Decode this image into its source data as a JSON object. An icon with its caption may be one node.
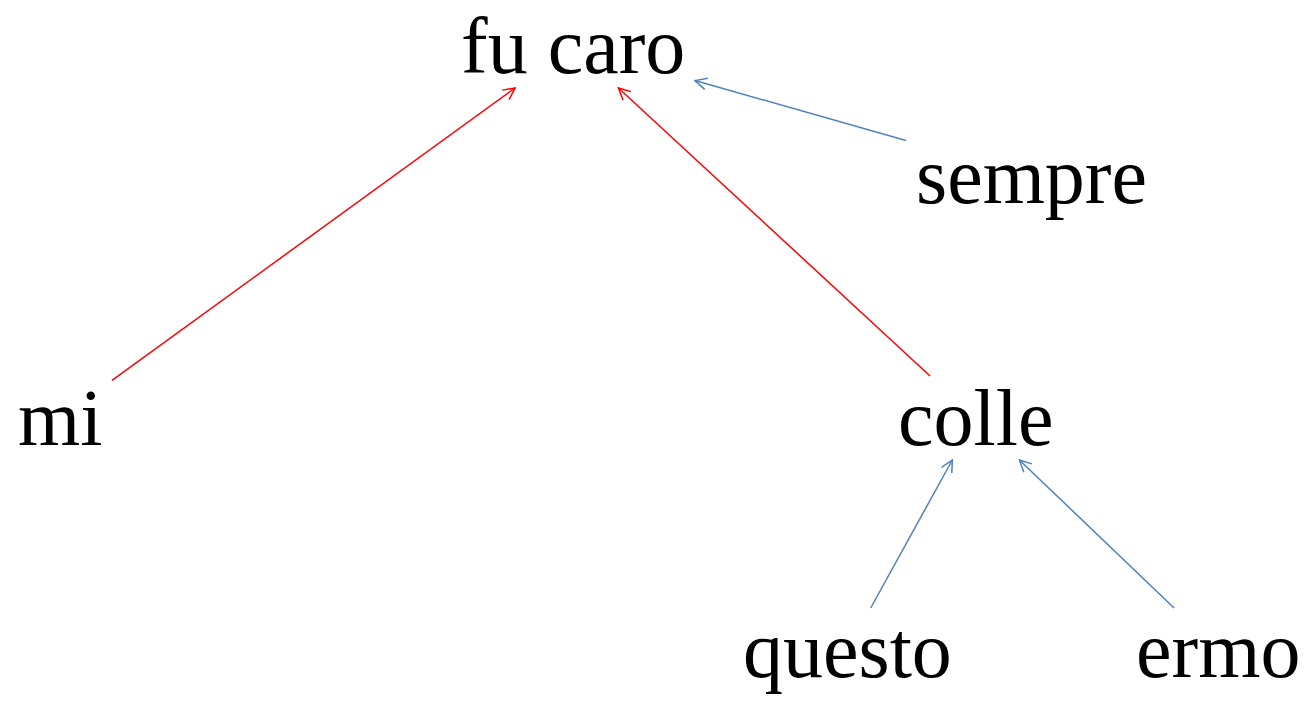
{
  "diagram": {
    "nodes": [
      {
        "text": [
          "fu caro"
        ]
      },
      {
        "text": [
          "sempre"
        ]
      },
      {
        "text": [
          "mi"
        ]
      },
      {
        "text": [
          "colle"
        ]
      },
      {
        "text": [
          "questo"
        ]
      },
      {
        "text": [
          "ermo"
        ]
      }
    ],
    "edges": [
      {
        "from": 2,
        "to": 0,
        "arrow": "to",
        "color": "#ff0000"
      },
      {
        "from": 3,
        "to": 0,
        "arrow": "to",
        "color": "#ff0000"
      },
      {
        "from": 1,
        "to": 0,
        "arrow": "to"
      },
      {
        "from": 4,
        "to": 3,
        "arrow": "to"
      },
      {
        "from": 5,
        "to": 3,
        "arrow": "to"
      }
    ]
  }
}
